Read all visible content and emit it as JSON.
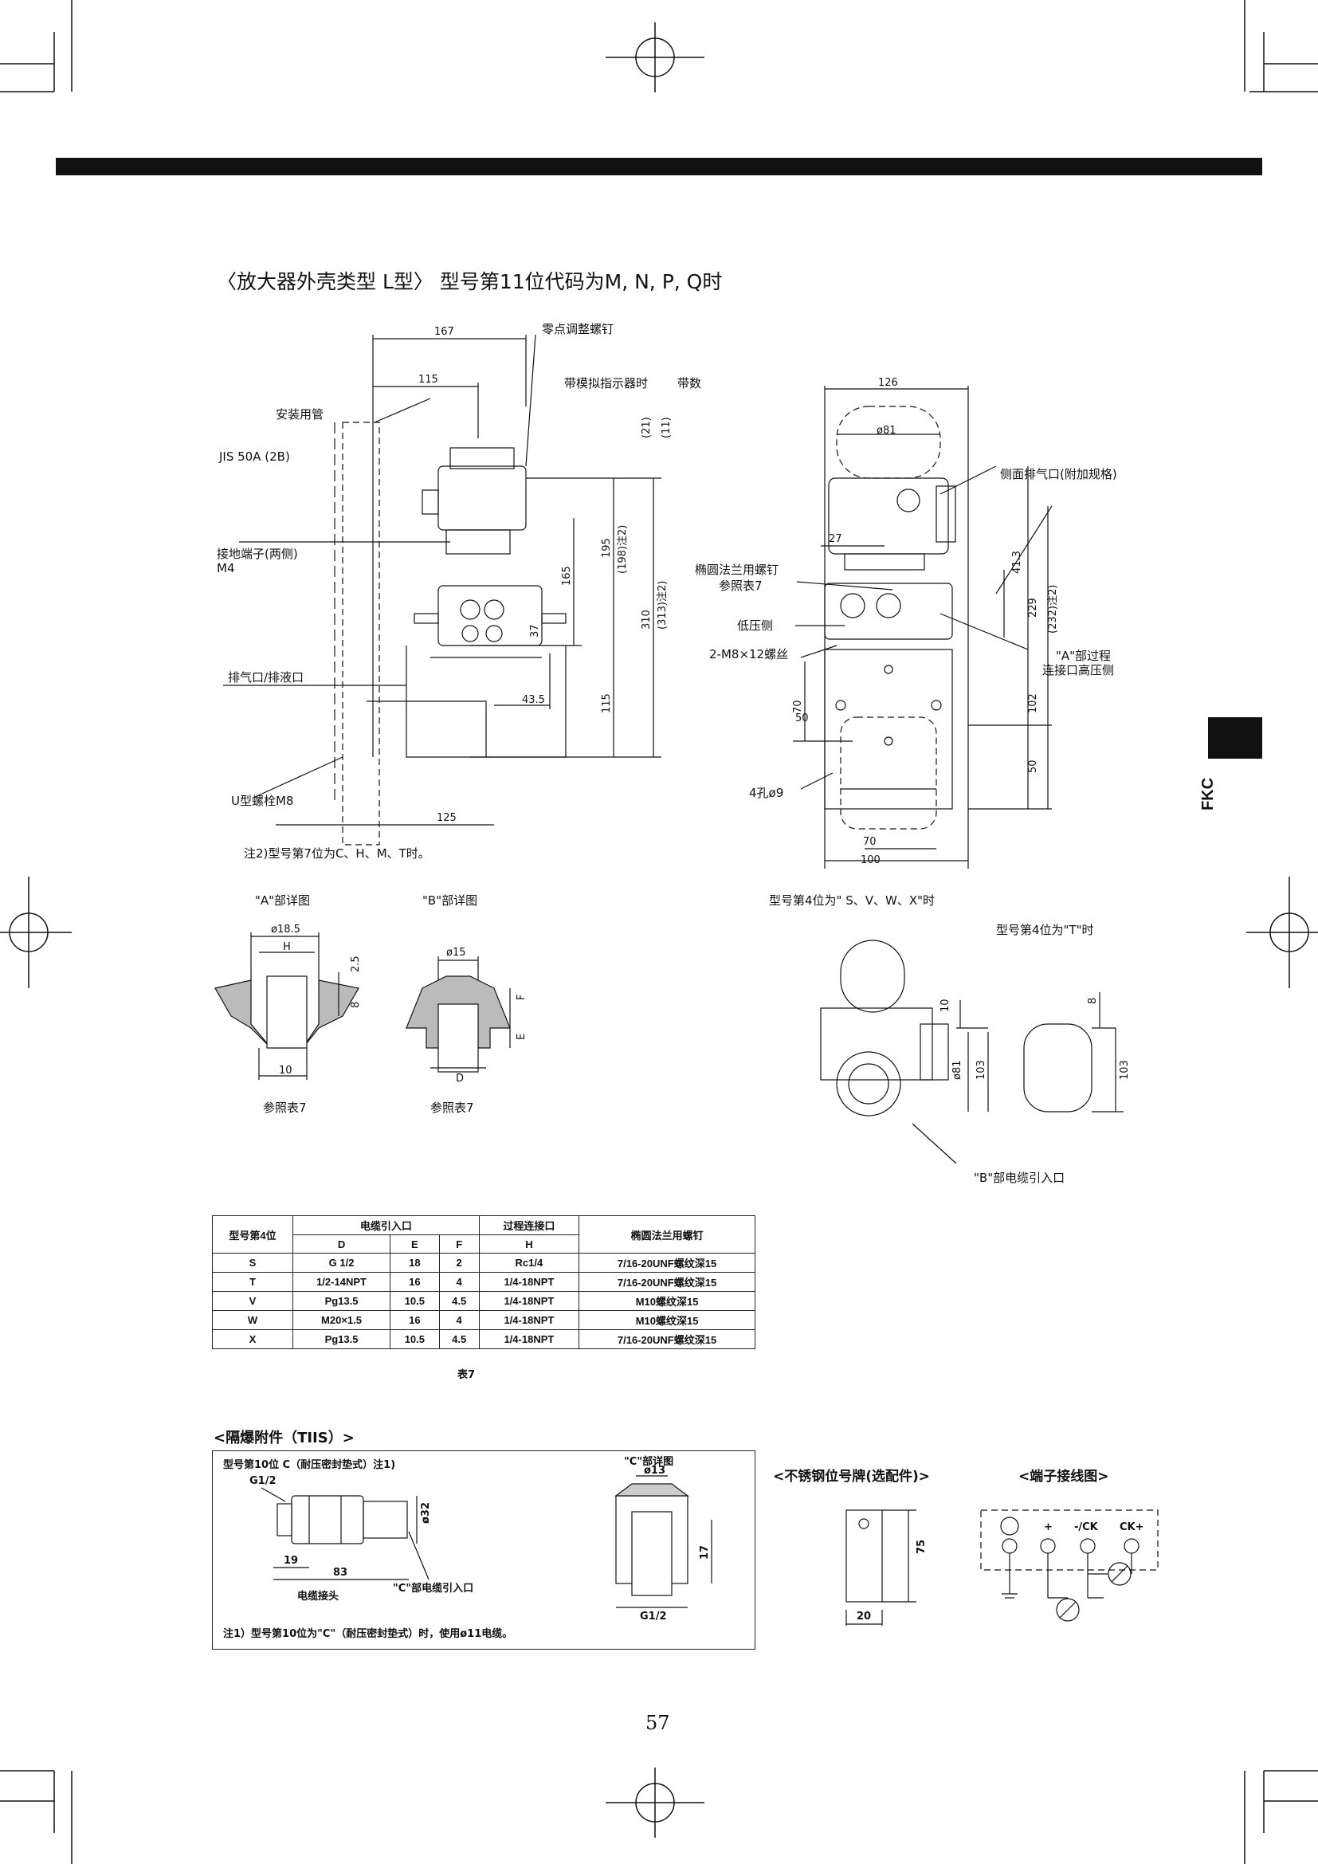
{
  "heading": "〈放大器外壳类型 L型〉 型号第11位代码为M, N, P, Q时",
  "side_tab": "FKC",
  "main_left": {
    "dims_top": [
      "167",
      "115"
    ],
    "labels": {
      "zero_screw": "零点调整螺钉",
      "analog": "带模拟指示器时",
      "digital": "带数字指示器时",
      "pipe": "安装用管",
      "jis": "JIS 50A (2B)",
      "ground": "接地端子(两侧)",
      "ground2": "M4",
      "vent": "排气口/排液口",
      "ubolt": "U型螺栓M8"
    },
    "dims": [
      "(21)",
      "(11)",
      "165",
      "195",
      "(198)注2)",
      "310",
      "(313)注2)",
      "37",
      "43.5",
      "115",
      "125"
    ],
    "note": "注2)型号第7位为C、H、M、T时。"
  },
  "main_right": {
    "dims": [
      "126",
      "ø81",
      "27",
      "41.3",
      "229",
      "(232)注2)",
      "102",
      "70",
      "50",
      "50",
      "70",
      "100"
    ],
    "labels": {
      "side_vent": "侧面排气口(附加规格)",
      "flange_bolt": "椭圆法兰用螺钉",
      "ref7": "参照表7",
      "low": "低压侧",
      "m8": "2-M8×12螺丝",
      "a_process": "\"A\"部过程",
      "a_process2": "连接口高压侧",
      "holes": "4孔ø9"
    }
  },
  "detail_a": {
    "title": "\"A\"部详图",
    "dims": [
      "ø18.5",
      "H",
      "2.5",
      "8",
      "10"
    ],
    "ref": "参照表7"
  },
  "detail_b": {
    "title": "\"B\"部详图",
    "dims": [
      "ø15",
      "F",
      "E",
      "D"
    ],
    "ref": "参照表7"
  },
  "detail_svwx": {
    "title": "型号第4位为\" S、V、W、X\"时",
    "title_t": "型号第4位为\"T\"时",
    "dims": [
      "10",
      "ø81",
      "103",
      "8",
      "103"
    ],
    "cable": "\"B\"部电缆引入口"
  },
  "table7": {
    "group_headers": [
      "型号第4位",
      "电缆引入口",
      "过程连接口",
      "椭圆法兰用螺钉"
    ],
    "sub_headers": [
      "D",
      "E",
      "F",
      "H"
    ],
    "rows": [
      [
        "S",
        "G 1/2",
        "18",
        "2",
        "Rc1/4",
        "7/16-20UNF螺纹深15"
      ],
      [
        "T",
        "1/2-14NPT",
        "16",
        "4",
        "1/4-18NPT",
        "7/16-20UNF螺纹深15"
      ],
      [
        "V",
        "Pg13.5",
        "10.5",
        "4.5",
        "1/4-18NPT",
        "M10螺纹深15"
      ],
      [
        "W",
        "M20×1.5",
        "16",
        "4",
        "1/4-18NPT",
        "M10螺纹深15"
      ],
      [
        "X",
        "Pg13.5",
        "10.5",
        "4.5",
        "1/4-18NPT",
        "7/16-20UNF螺纹深15"
      ]
    ],
    "caption": "表7"
  },
  "tiis": {
    "title": "<隔爆附件（TIIS）>",
    "subtitle": "型号第10位 C（耐压密封垫式）注1)",
    "c_detail": "\"C\"部详图",
    "dims": [
      "G1/2",
      "ø32",
      "19",
      "83",
      "ø13",
      "17",
      "G1/2"
    ],
    "cable_joint": "电缆接头",
    "c_cable": "\"C\"部电缆引入口",
    "note": "注1）型号第10位为\"C\"（耐压密封垫式）时，使用ø11电缆。"
  },
  "nameplate": {
    "title": "<不锈钢位号牌(选配件)>",
    "dims": [
      "75",
      "20"
    ]
  },
  "wiring": {
    "title": "<端子接线图>",
    "terms": [
      "+",
      "-/CK",
      "CK+"
    ]
  },
  "page_number": "57"
}
